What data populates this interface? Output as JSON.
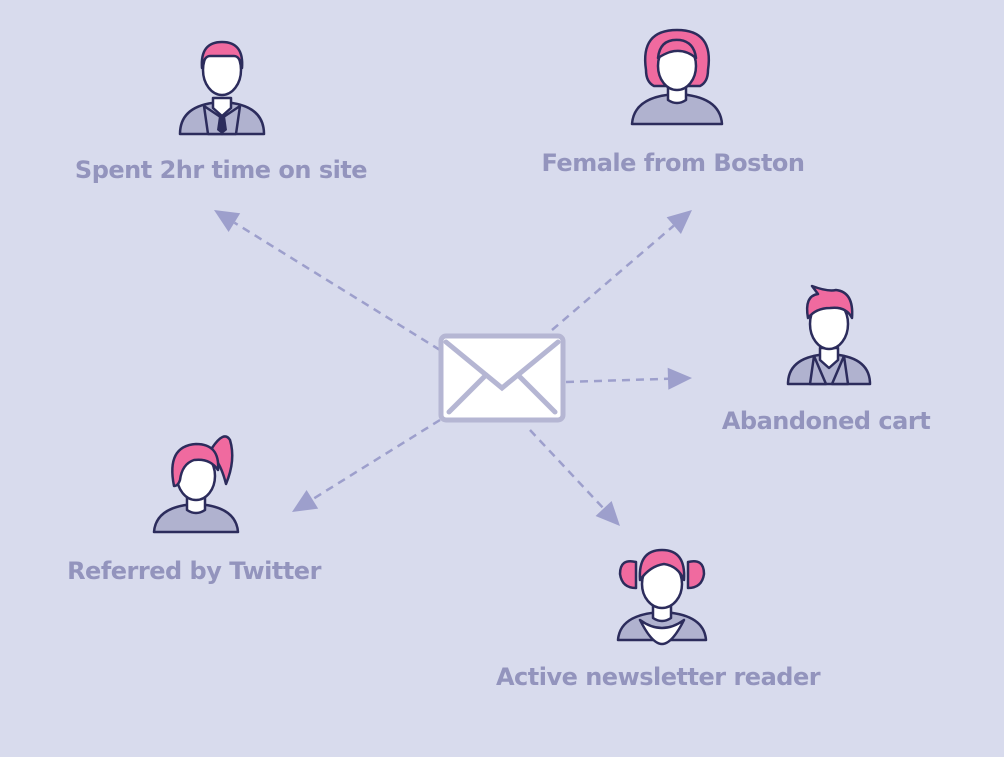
{
  "colors": {
    "background": "#d8dbed",
    "label": "#9394bd",
    "arrow": "#9d9fcc",
    "outline": "#2c2c5c",
    "hair": "#f06a9f",
    "body_fill": "#b0b2cf",
    "skin": "#ffffff",
    "envelope_border": "#b5b6d3",
    "envelope_fill": "#ffffff"
  },
  "center": {
    "icon": "envelope-icon"
  },
  "segments": [
    {
      "id": "time-on-site",
      "label": "Spent 2hr time on site",
      "icon": "man-in-suit-icon"
    },
    {
      "id": "boston",
      "label": "Female from Boston",
      "icon": "woman-icon"
    },
    {
      "id": "abandoned-cart",
      "label": "Abandoned cart",
      "icon": "man-in-jacket-icon"
    },
    {
      "id": "newsletter",
      "label": "Active newsletter reader",
      "icon": "girl-with-pigtails-icon"
    },
    {
      "id": "twitter",
      "label": "Referred by Twitter",
      "icon": "woman-with-ponytail-icon"
    }
  ]
}
